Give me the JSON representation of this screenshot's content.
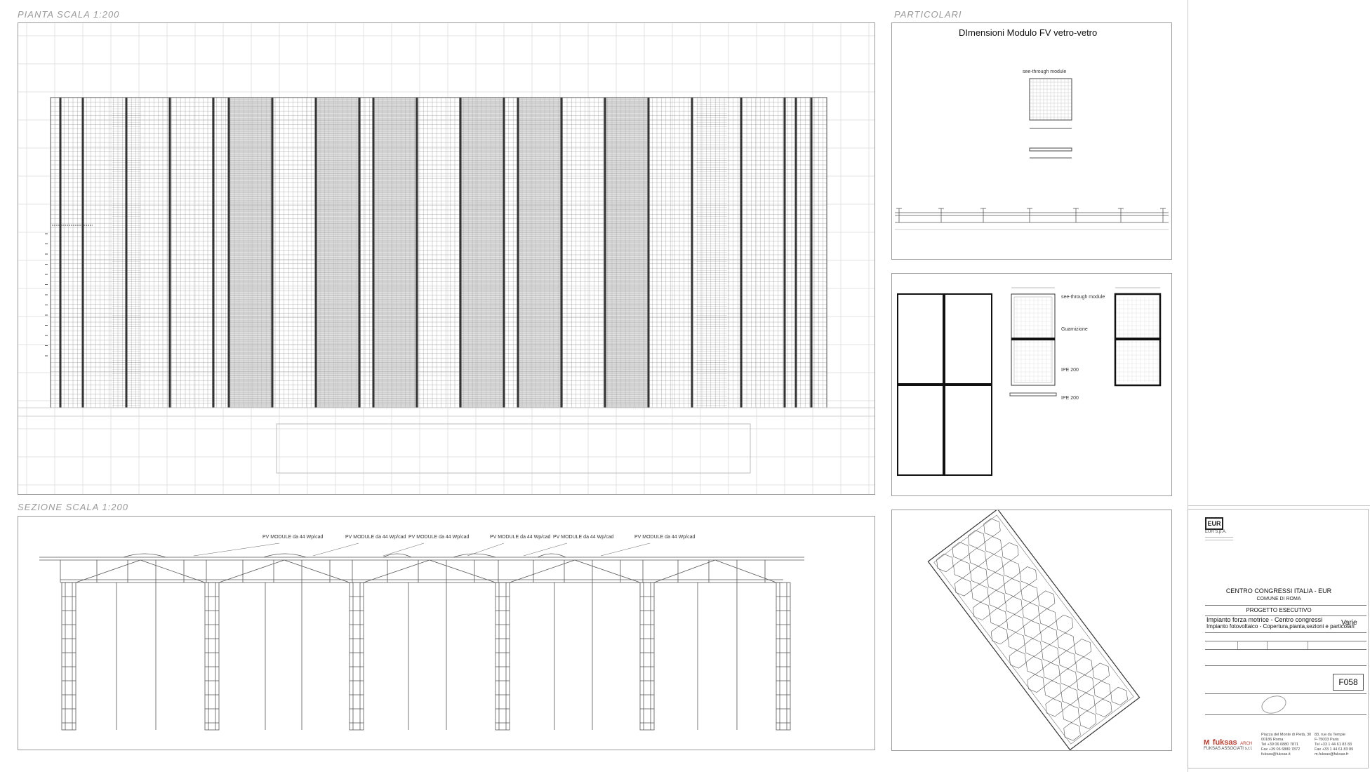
{
  "sections": {
    "plan_title": "PIANTA SCALA 1:200",
    "section_title": "SEZIONE SCALA 1:200",
    "details_title": "PARTICOLARI"
  },
  "details": {
    "dim_title": "DImensioni Modulo FV vetro-vetro",
    "module_label": "see-through module",
    "labels": {
      "see_through": "see-through module",
      "guarnizione": "Guarnizione",
      "ipe1": "IPE 200",
      "ipe2": "IPE 200"
    }
  },
  "section_view": {
    "pv_labels": [
      "PV MODULE da 44 Wp/cad",
      "PV MODULE da 44 Wp/cad",
      "PV MODULE da 44 Wp/cad",
      "PV MODULE da 44 Wp/cad",
      "PV MODULE da 44 Wp/cad",
      "PV MODULE da 44 Wp/cad"
    ]
  },
  "title_block": {
    "company": "EUR S.p.A.",
    "project": "CENTRO CONGRESSI ITALIA - EUR",
    "municipality": "COMUNE DI ROMA",
    "phase": "PROGETTO ESECUTIVO",
    "title1": "Impianto forza motrice - Centro congressi",
    "title2": "Impianto fotovoltaico - Copertura,pianta,sezioni e particolari",
    "scale": "Varie",
    "drawing_no": "F058",
    "brand": "fuksas",
    "brand_suffix": "ARCH",
    "studio": "FUKSAS ASSOCIATI s.r.l.",
    "addr_rome_1": "Piazza del Monte di Pietà, 30",
    "addr_rome_2": "00186 Roma",
    "addr_rome_3": "Tel +39 06 6880 7871",
    "addr_rome_4": "Fax +39 06 6880 7872",
    "addr_rome_5": "fuksas@fuksas.it",
    "addr_paris_1": "83, rue du Temple",
    "addr_paris_2": "F-75003 Paris",
    "addr_paris_3": "Tel +33 1 44 61 83 83",
    "addr_paris_4": "Fax +33 1 44 61 83 89",
    "addr_paris_5": "m.fuksas@fuksas.fr"
  }
}
